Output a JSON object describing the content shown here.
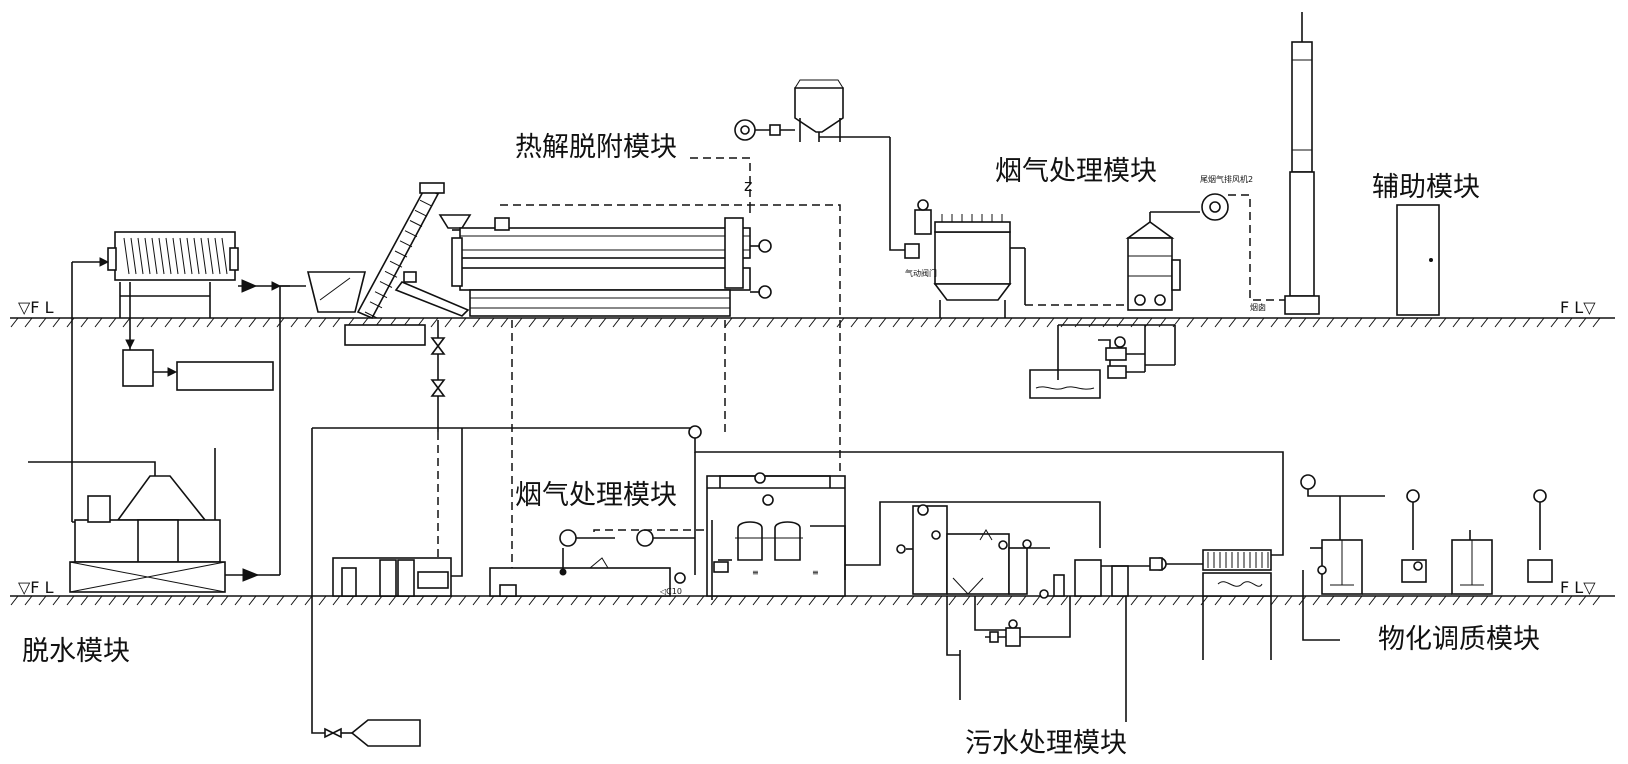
{
  "modules": {
    "pyrolysis_top": "热解脱附模块",
    "flue_gas_top": "烟气处理模块",
    "auxiliary": "辅助模块",
    "flue_gas_mid": "烟气处理模块",
    "dewatering": "脱水模块",
    "physchem_conditioning": "物化调质模块",
    "sewage_treatment": "污水处理模块"
  },
  "floor_marks": {
    "upper_left": "▽F L",
    "upper_right": "F L▽",
    "lower_left": "▽F L",
    "lower_right": "F L▽"
  },
  "small_labels": {
    "fan_label": "尾烟气排风机2",
    "stack_label": "烟囱",
    "valve_label": "气动阀门"
  }
}
